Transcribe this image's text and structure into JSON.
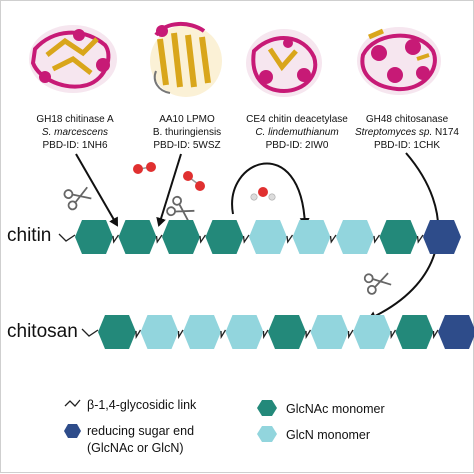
{
  "colors": {
    "glcnac": "#23897a",
    "glcn": "#92d5dd",
    "reducing_end": "#2e4c8a",
    "protein_pink": "#c71a76",
    "protein_gold": "#d9a61b",
    "arrow": "#111111"
  },
  "enzymes": [
    {
      "name": "GH18 chitinase A",
      "organism": "S. marcescens",
      "organism_italic": true,
      "pdb": "PBD-ID: 1NH6"
    },
    {
      "name": "AA10 LPMO",
      "organism": "B. thuringiensis",
      "organism_italic": false,
      "pdb": "PBD-ID: 5WSZ"
    },
    {
      "name": "CE4 chitin deacetylase",
      "organism": "C. lindemuthianum",
      "organism_italic": true,
      "pdb": "PBD-ID: 2IW0"
    },
    {
      "name": "GH48 chitosanase",
      "organism": "Streptomyces sp.",
      "organism_suffix": " N174",
      "organism_italic": true,
      "pdb": "PBD-ID: 1CHK"
    }
  ],
  "chains": {
    "chitin": {
      "label": "chitin",
      "units": [
        "glcnac",
        "glcnac",
        "glcnac",
        "glcnac",
        "glcn",
        "glcn",
        "glcn",
        "glcnac",
        "reducing"
      ]
    },
    "chitosan": {
      "label": "chitosan",
      "units": [
        "glcnac",
        "glcn",
        "glcn",
        "glcn",
        "glcnac",
        "glcn",
        "glcn",
        "glcnac",
        "reducing"
      ]
    }
  },
  "legend": {
    "link": "β-1,4-glycosidic link",
    "reducing_line1": "reducing sugar end",
    "reducing_line2": "(GlcNAc or GlcN)",
    "glcnac": "GlcNAc monomer",
    "glcn": "GlcN monomer"
  },
  "icons": [
    "scissors-icon",
    "oxygen-molecule-icon",
    "water-molecule-icon",
    "protein-structure-icon"
  ]
}
